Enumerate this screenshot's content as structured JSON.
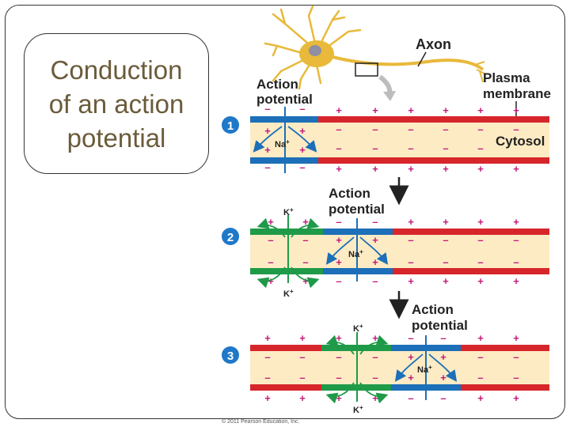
{
  "title_lines": [
    "Conduction",
    "of an action",
    "potential"
  ],
  "labels": {
    "axon": "Axon",
    "plasma_membrane_1": "Plasma",
    "plasma_membrane_2": "membrane",
    "cytosol": "Cytosol",
    "action_potential_1": "Action",
    "action_potential_2": "potential",
    "na": "Na",
    "k": "K",
    "plus": "+",
    "minus": "–",
    "copyright": "© 2011 Pearson Education, Inc."
  },
  "steps": [
    "1",
    "2",
    "3"
  ],
  "colors": {
    "resting": "#d7262b",
    "depolarized": "#1c6fb8",
    "repolarized": "#1f9a48",
    "cytosol": "#fdebc4",
    "charge": "#c2187a",
    "step_badge": "#1f78c8",
    "title": "#6b5b3a"
  },
  "icons": [
    "neuron-illustration",
    "curved-arrow-icon",
    "down-arrow-icon",
    "ion-flow-arrow-icon"
  ]
}
